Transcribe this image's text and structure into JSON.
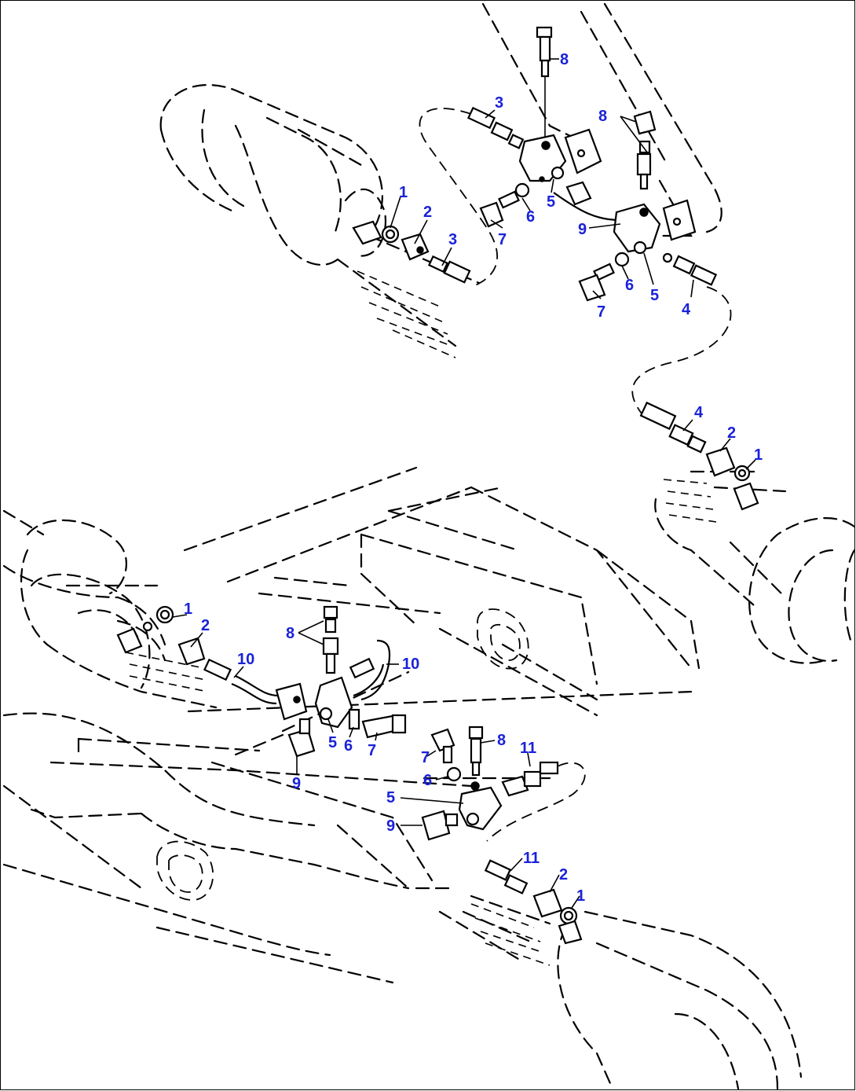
{
  "diagram": {
    "callouts": [
      {
        "id": "c-top-8",
        "label": "8"
      },
      {
        "id": "c-top-3a",
        "label": "3"
      },
      {
        "id": "c-top-8b",
        "label": "8"
      },
      {
        "id": "c-top-1",
        "label": "1"
      },
      {
        "id": "c-top-2",
        "label": "2"
      },
      {
        "id": "c-top-3b",
        "label": "3"
      },
      {
        "id": "c-top-7a",
        "label": "7"
      },
      {
        "id": "c-top-6a",
        "label": "6"
      },
      {
        "id": "c-top-5a",
        "label": "5"
      },
      {
        "id": "c-top-9",
        "label": "9"
      },
      {
        "id": "c-top-7b",
        "label": "7"
      },
      {
        "id": "c-top-6b",
        "label": "6"
      },
      {
        "id": "c-top-5b",
        "label": "5"
      },
      {
        "id": "c-top-4a",
        "label": "4"
      },
      {
        "id": "c-mid-4",
        "label": "4"
      },
      {
        "id": "c-mid-2",
        "label": "2"
      },
      {
        "id": "c-mid-1",
        "label": "1"
      },
      {
        "id": "c-bl-1",
        "label": "1"
      },
      {
        "id": "c-bl-2",
        "label": "2"
      },
      {
        "id": "c-bl-8",
        "label": "8"
      },
      {
        "id": "c-bl-10a",
        "label": "10"
      },
      {
        "id": "c-bl-10b",
        "label": "10"
      },
      {
        "id": "c-bl-5",
        "label": "5"
      },
      {
        "id": "c-bl-6",
        "label": "6"
      },
      {
        "id": "c-bl-7",
        "label": "7"
      },
      {
        "id": "c-bl-9",
        "label": "9"
      },
      {
        "id": "c-br-7",
        "label": "7"
      },
      {
        "id": "c-br-8",
        "label": "8"
      },
      {
        "id": "c-br-6",
        "label": "6"
      },
      {
        "id": "c-br-11a",
        "label": "11"
      },
      {
        "id": "c-br-5",
        "label": "5"
      },
      {
        "id": "c-br-9",
        "label": "9"
      },
      {
        "id": "c-br-11b",
        "label": "11"
      },
      {
        "id": "c-br-2",
        "label": "2"
      },
      {
        "id": "c-br-1",
        "label": "1"
      }
    ]
  },
  "colors": {
    "callout": "#1a22d8",
    "lines": "#000000",
    "background": "#ffffff"
  }
}
